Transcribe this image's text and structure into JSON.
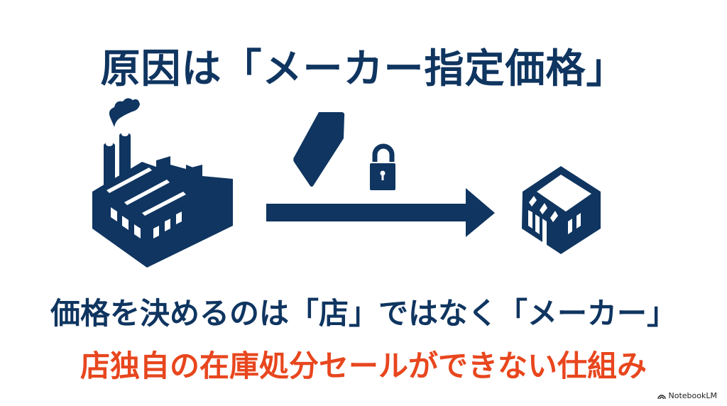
{
  "slide": {
    "title": "原因は「メーカー指定価格」",
    "line2": "価格を決めるのは「店」ではなく「メーカー」",
    "line3": "店独自の在庫処分セールができない仕組み"
  },
  "icons": [
    "factory-icon",
    "price-tag-icon",
    "padlock-icon",
    "arrow-right-icon",
    "store-icon"
  ],
  "colors": {
    "navy": "#0f3560",
    "accent": "#e8461e"
  },
  "watermark": {
    "label": "NotebookLM"
  }
}
